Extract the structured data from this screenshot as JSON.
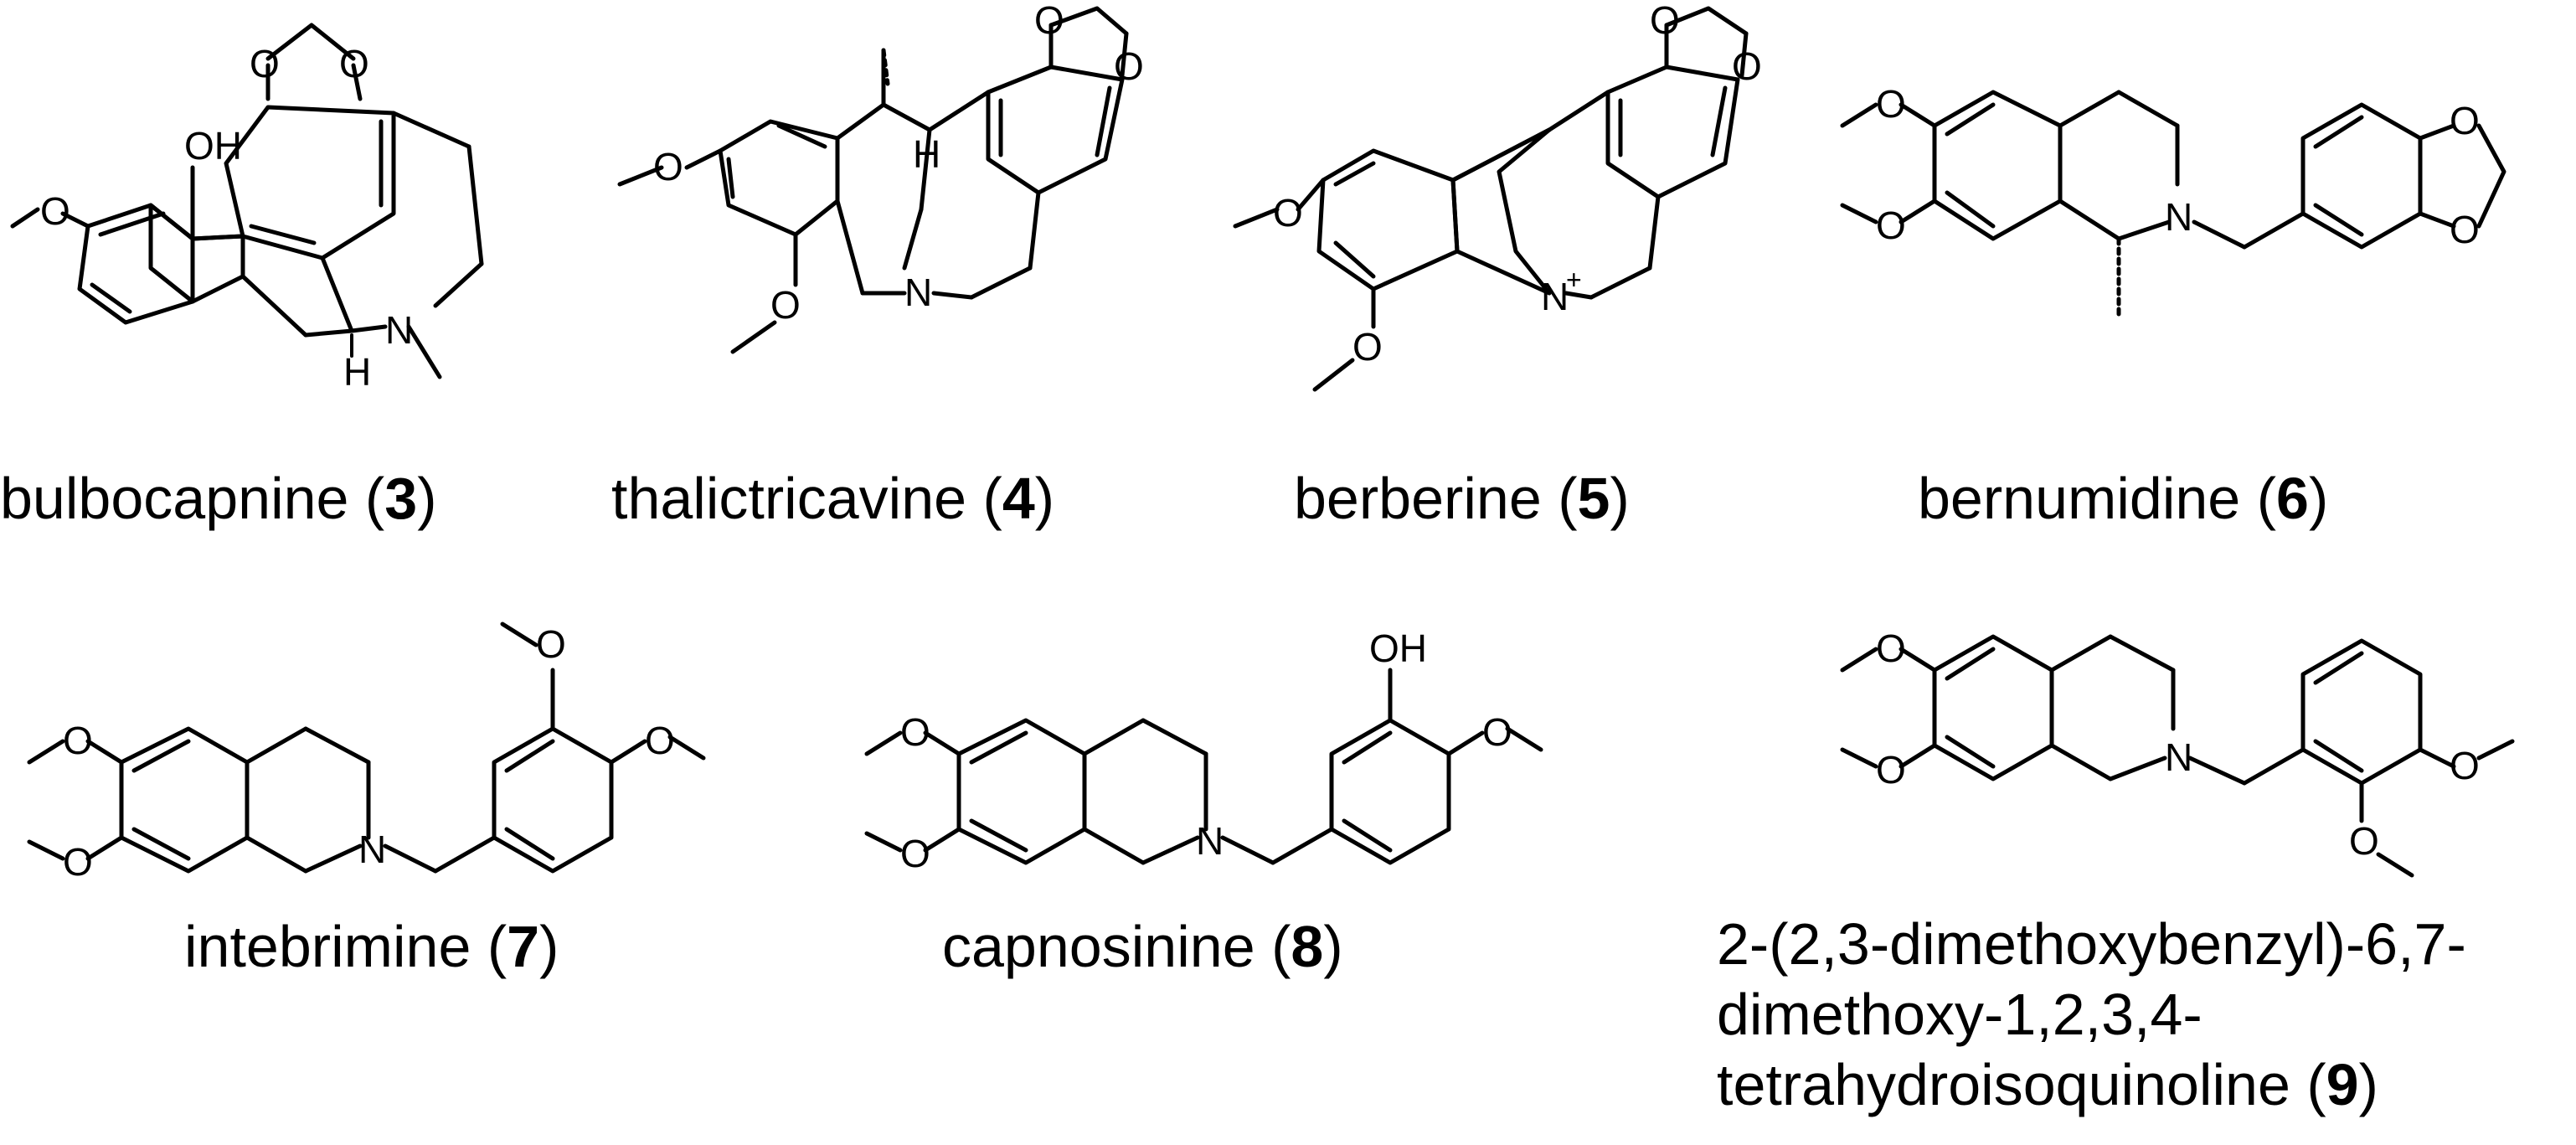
{
  "compounds": [
    {
      "name": "bulbocapnine",
      "number": "3"
    },
    {
      "name": "thalictricavine",
      "number": "4"
    },
    {
      "name": "berberine",
      "number": "5"
    },
    {
      "name": "bernumidine",
      "number": "6"
    },
    {
      "name": "intebrimine",
      "number": "7"
    },
    {
      "name": "capnosinine",
      "number": "8"
    },
    {
      "name_lines": [
        "2-(2,3-dimethoxybenzyl)-6,7-",
        "dimethoxy-1,2,3,4-",
        "tetrahydroisoquinoline ("
      ],
      "number": "9",
      "suffix": ")"
    }
  ],
  "atom_labels": {
    "O": "O",
    "OH": "OH",
    "N": "N",
    "H": "H",
    "plus": "+"
  },
  "punct": {
    "open": " (",
    "close": ")"
  }
}
